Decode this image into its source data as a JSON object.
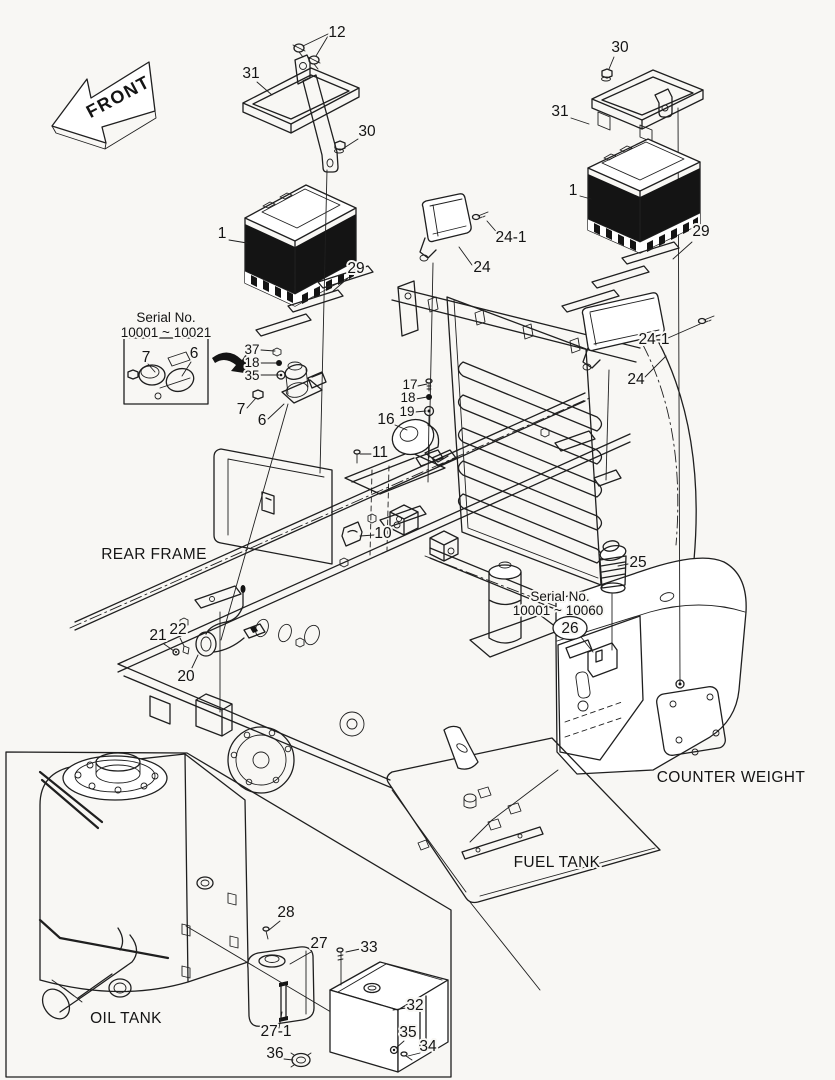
{
  "document": {
    "type": "exploded-parts-diagram"
  },
  "front_arrow": {
    "label": "FRONT"
  },
  "section_labels": {
    "rear_frame": "REAR FRAME",
    "counter_weight": "COUNTER WEIGHT",
    "fuel_tank": "FUEL TANK",
    "oil_tank": "OIL TANK"
  },
  "serial_note_left": {
    "line1": "Serial No.",
    "line2": "10001 ~ 10021"
  },
  "serial_note_right": {
    "line1": "Serial No.",
    "line2": "10001 ~ 10060",
    "circled_ref": "26"
  },
  "callouts": {
    "c1": "1",
    "c6": "6",
    "c7": "7",
    "c10": "10",
    "c11": "11",
    "c12": "12",
    "c16": "16",
    "c17": "17",
    "c18": "18",
    "c19": "19",
    "c20": "20",
    "c21": "21",
    "c22": "22",
    "c24": "24",
    "c24_1": "24-1",
    "c25": "25",
    "c26": "26",
    "c27": "27",
    "c27_1": "27-1",
    "c28": "28",
    "c29": "29",
    "c30": "30",
    "c31": "31",
    "c32": "32",
    "c33": "33",
    "c34": "34",
    "c35": "35",
    "c36": "36",
    "c37": "37"
  },
  "colors": {
    "background": "#f8f7f4",
    "line": "#1f1f1f",
    "dark_fill": "#141414"
  }
}
